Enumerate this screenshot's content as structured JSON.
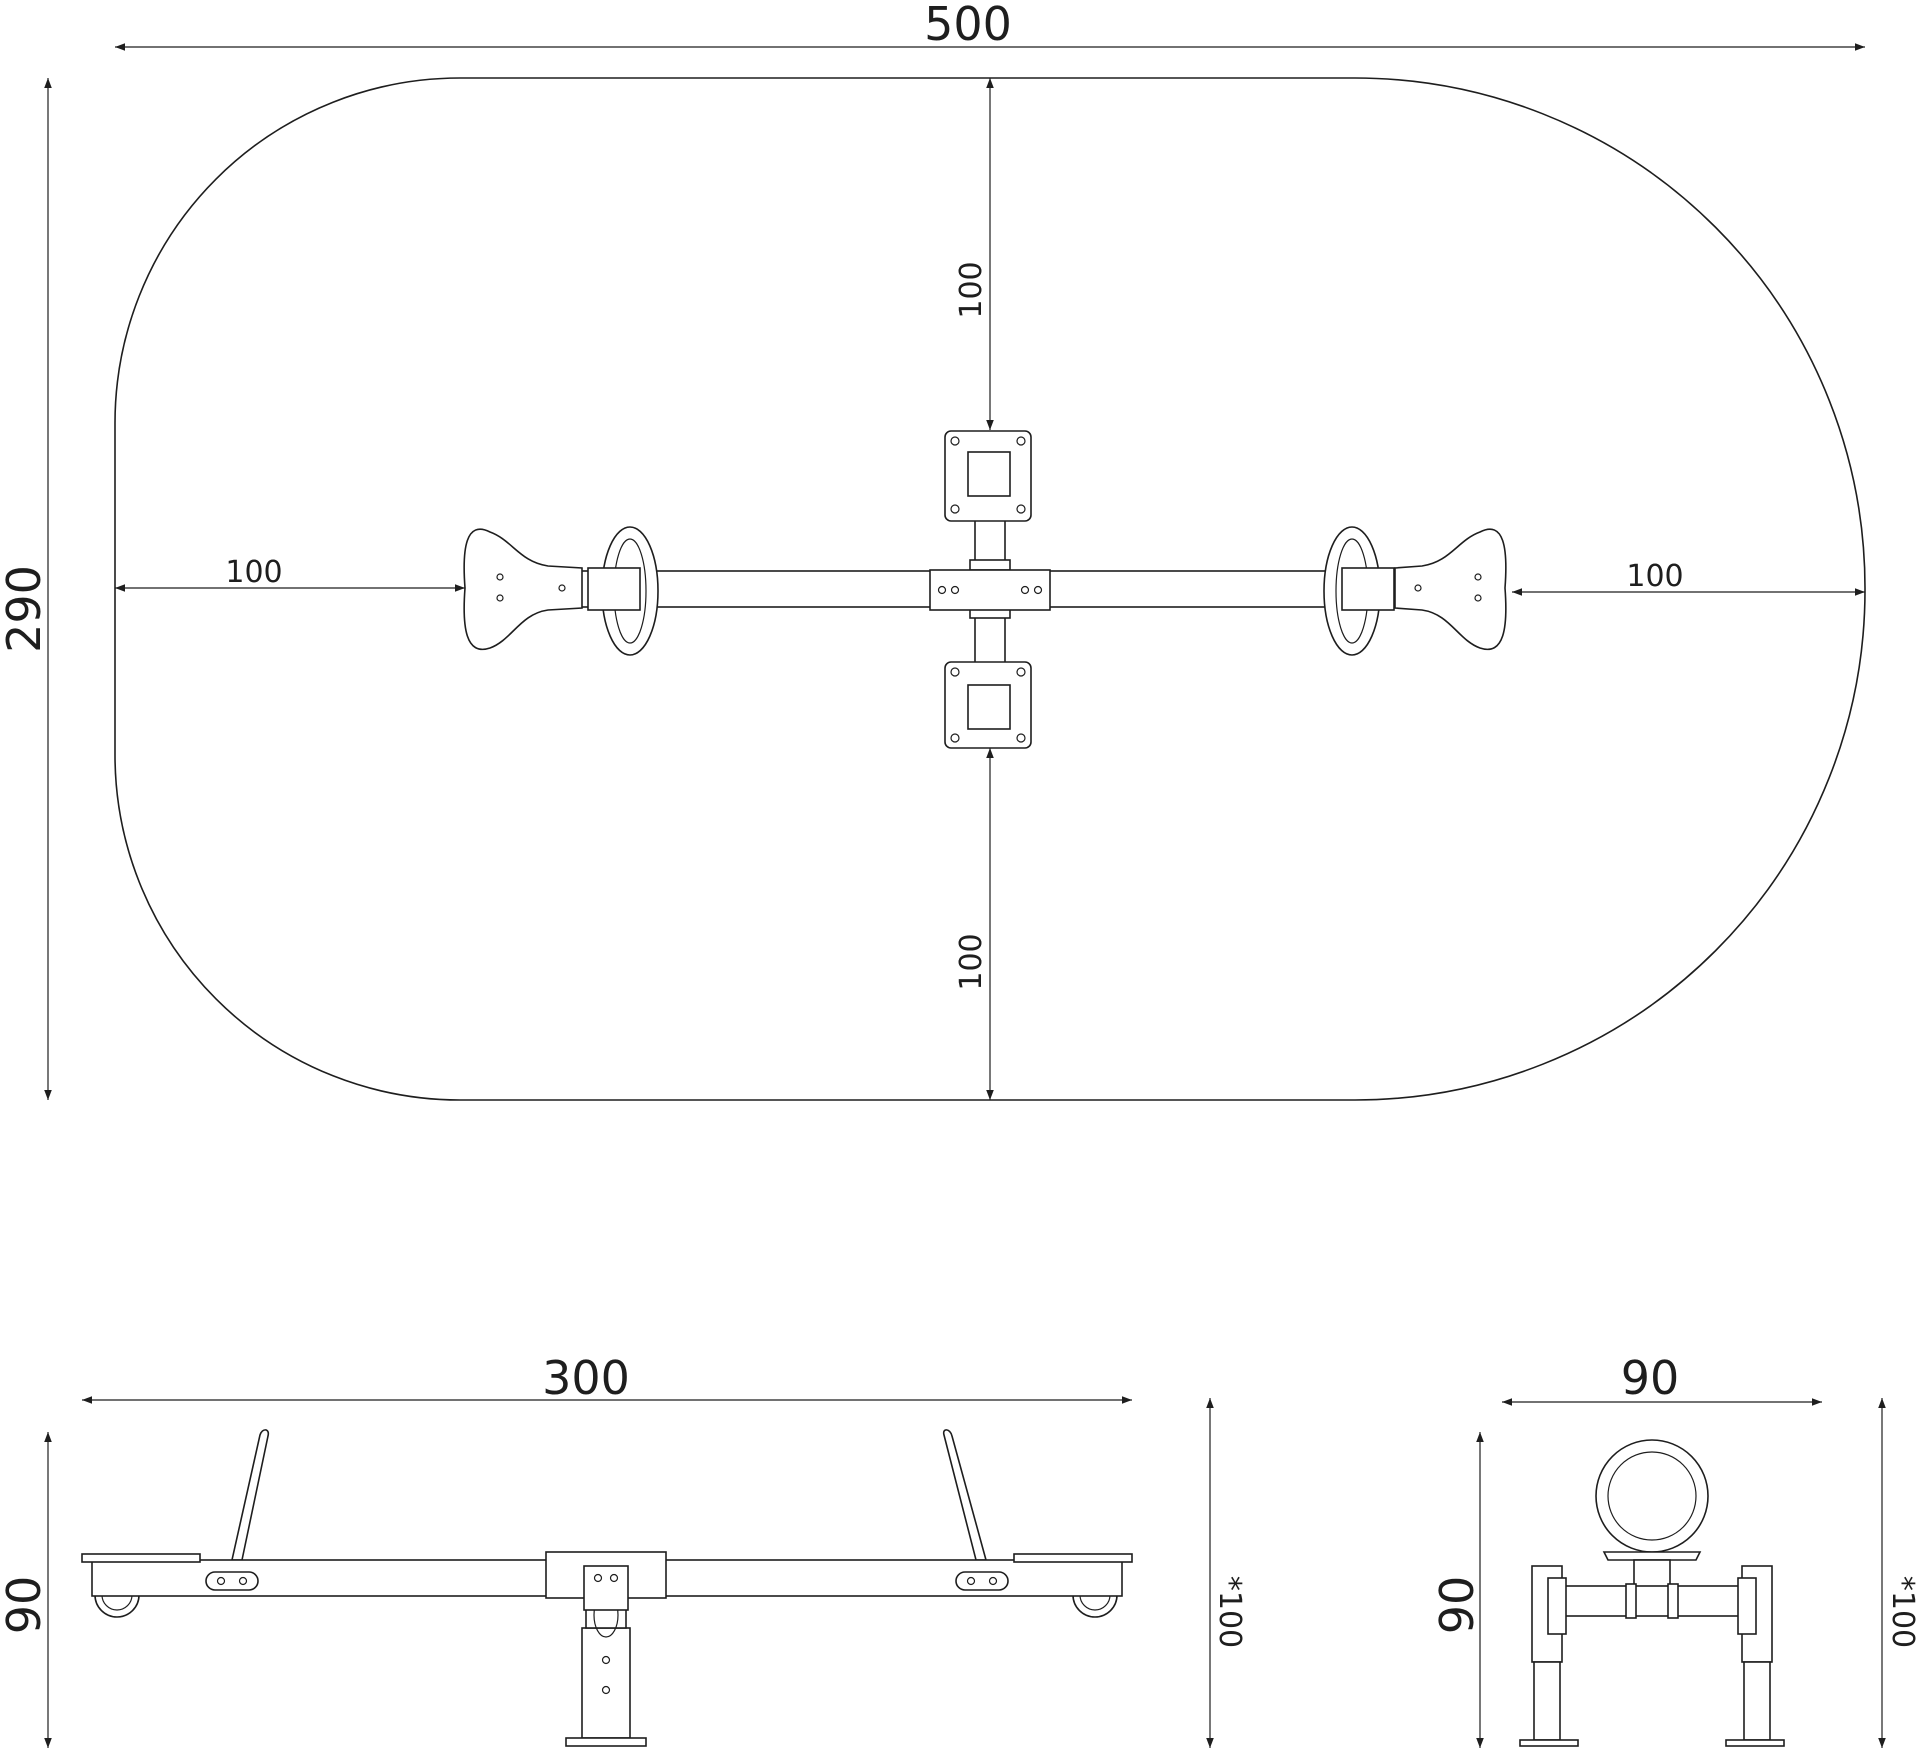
{
  "top_view": {
    "overall_width": "500",
    "overall_depth": "290",
    "clear_top": "100",
    "clear_bottom": "100",
    "clear_left": "100",
    "clear_right": "100"
  },
  "side_view": {
    "length": "300",
    "height": "90",
    "fall_height": "*100"
  },
  "end_view": {
    "width": "90",
    "height": "90",
    "fall_height": "*100"
  },
  "colors": {
    "line": "#1e1e1e",
    "background": "#ffffff"
  }
}
